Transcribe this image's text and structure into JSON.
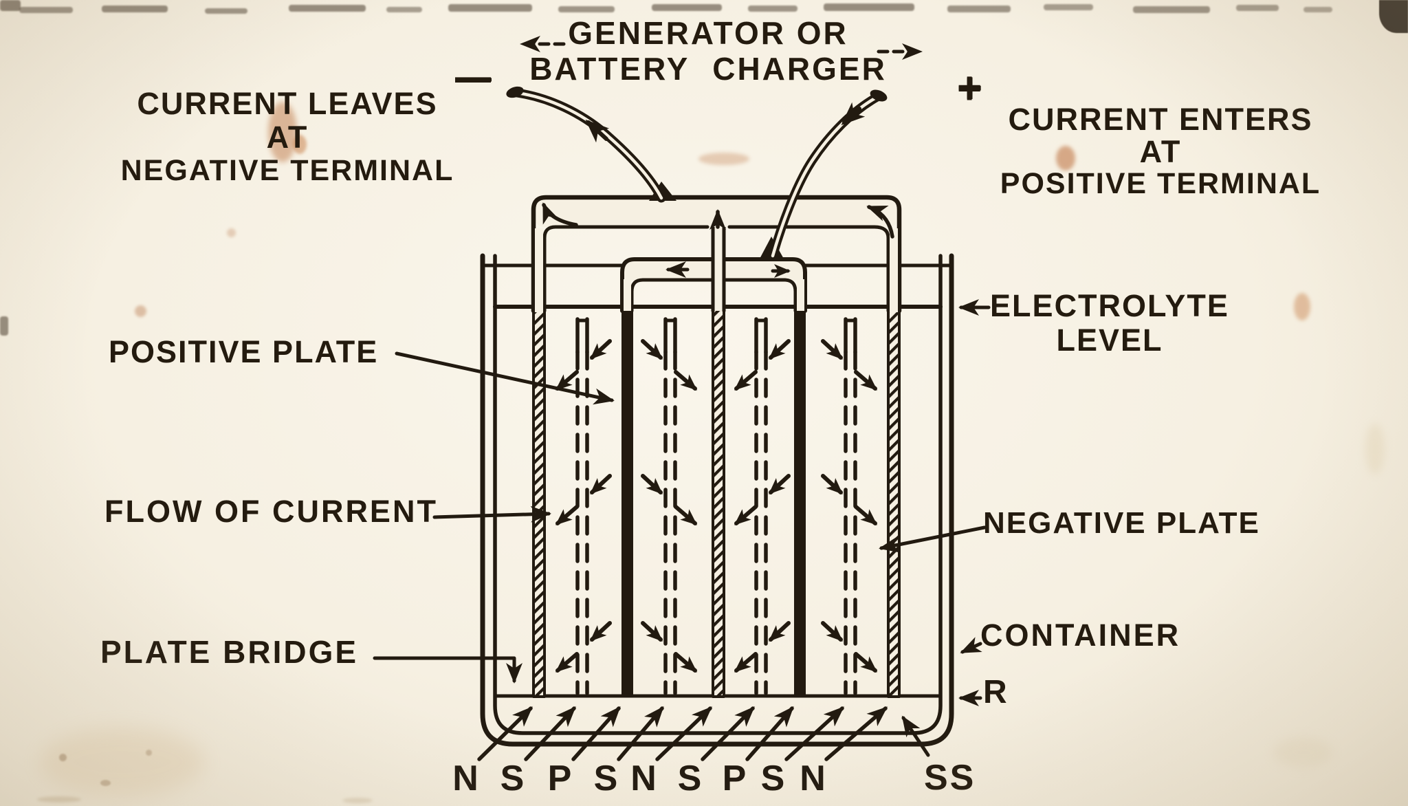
{
  "figure": {
    "description": "Storage battery cell being charged: plate group, straps, separators, electrolyte",
    "ink_color": "#221a10",
    "paper_color": "#f6f0e2"
  },
  "charger": {
    "line1": "GENERATOR OR",
    "line2": "BATTERY CHARGER",
    "negative_terminal": "—",
    "positive_terminal": "+"
  },
  "callouts": {
    "current_leaves": {
      "line1": "CURRENT LEAVES",
      "line2": "AT",
      "line3": "NEGATIVE TERMINAL"
    },
    "current_enters": {
      "line1": "CURRENT ENTERS",
      "line2": "AT",
      "line3": "POSITIVE TERMINAL"
    },
    "positive_plate": "POSITIVE PLATE",
    "flow_of_current": "FLOW OF CURRENT",
    "plate_bridge": "PLATE BRIDGE",
    "electrolyte": {
      "line1": "ELECTROLYTE",
      "line2": "LEVEL"
    },
    "negative_plate": "NEGATIVE PLATE",
    "container": "CONTAINER",
    "rib": "R",
    "sediment_space": "SS"
  },
  "plate_letters": [
    "N",
    "S",
    "P",
    "S",
    "N",
    "S",
    "P",
    "S",
    "N"
  ],
  "plate_sequence_meaning": {
    "N": "negative plate",
    "P": "positive plate",
    "S": "separator"
  }
}
